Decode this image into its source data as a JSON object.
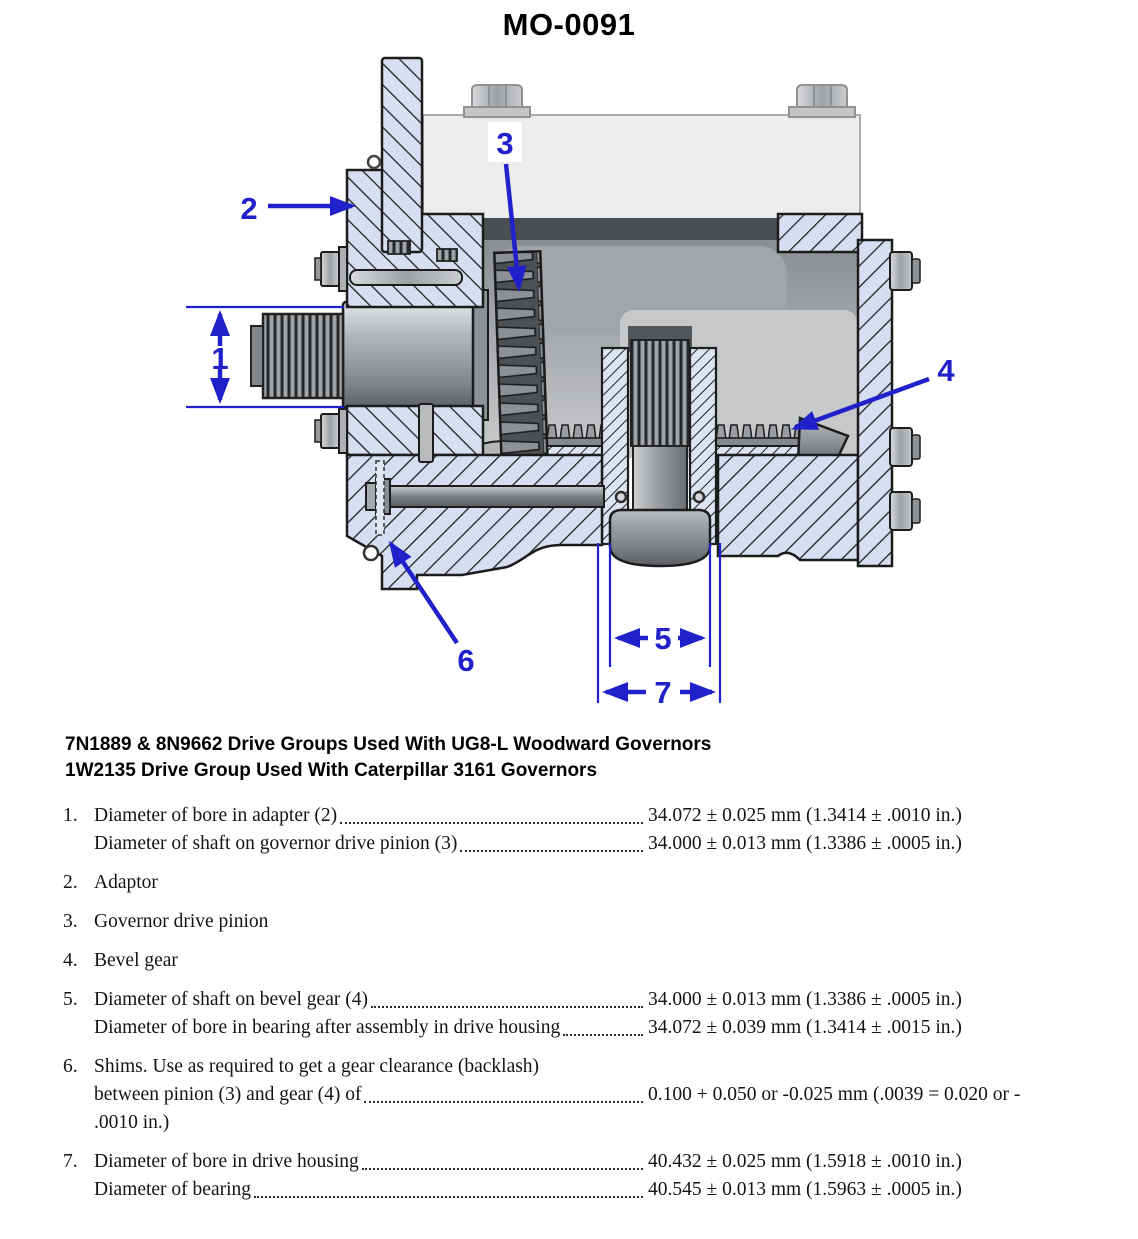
{
  "title": "MO-0091",
  "diagram": {
    "callouts": {
      "c1": "1",
      "c2": "2",
      "c3": "3",
      "c4": "4",
      "c5": "5",
      "c6": "6",
      "c7": "7"
    },
    "colors": {
      "housing_blue": "#d6dff1",
      "callout_blue": "#2121cc",
      "body_gray": "#ededee",
      "cavity_dark": "#4b4e50"
    }
  },
  "caption": {
    "line1": "7N1889 & 8N9662 Drive Groups Used With UG8-L Woodward Governors",
    "line2": "1W2135 Drive Group Used With Caterpillar 3161 Governors"
  },
  "spec_list": {
    "items": [
      {
        "num": "1.",
        "lines": [
          {
            "label": "Diameter of bore in adapter (2) ",
            "leader": true,
            "value": "34.072 ± 0.025 mm (1.3414 ± .0010 in.)"
          },
          {
            "label": "Diameter of shaft on governor drive pinion (3) ",
            "leader": true,
            "value": "34.000 ± 0.013 mm (1.3386 ± .0005 in.)"
          }
        ]
      },
      {
        "num": "2.",
        "lines": [
          {
            "label": "Adaptor"
          }
        ]
      },
      {
        "num": "3.",
        "lines": [
          {
            "label": "Governor drive pinion"
          }
        ]
      },
      {
        "num": "4.",
        "lines": [
          {
            "label": "Bevel gear"
          }
        ]
      },
      {
        "num": "5.",
        "lines": [
          {
            "label": "Diameter of shaft on bevel gear (4)",
            "leader": true,
            "value": "34.000 ± 0.013 mm (1.3386 ± .0005 in.)"
          },
          {
            "label": "Diameter of bore in bearing after assembly in drive housing ",
            "leader": true,
            "value": "34.072 ± 0.039 mm (1.3414 ± .0015 in.)"
          }
        ]
      },
      {
        "num": "6.",
        "lines": [
          {
            "label": "Shims. Use as required to get a gear clearance (backlash)"
          },
          {
            "label": "between pinion (3) and gear (4) of",
            "leader": true,
            "value": "0.100 + 0.050 or -0.025 mm (.0039 = 0.020 or -"
          },
          {
            "label": ".0010 in.)"
          }
        ]
      },
      {
        "num": "7.",
        "lines": [
          {
            "label": "Diameter of bore in drive housing ",
            "leader": true,
            "value": "40.432 ± 0.025 mm (1.5918 ± .0010 in.)"
          },
          {
            "label": "Diameter of bearing ",
            "leader": true,
            "value": "40.545 ± 0.013 mm (1.5963 ± .0005 in.)"
          }
        ]
      }
    ]
  }
}
